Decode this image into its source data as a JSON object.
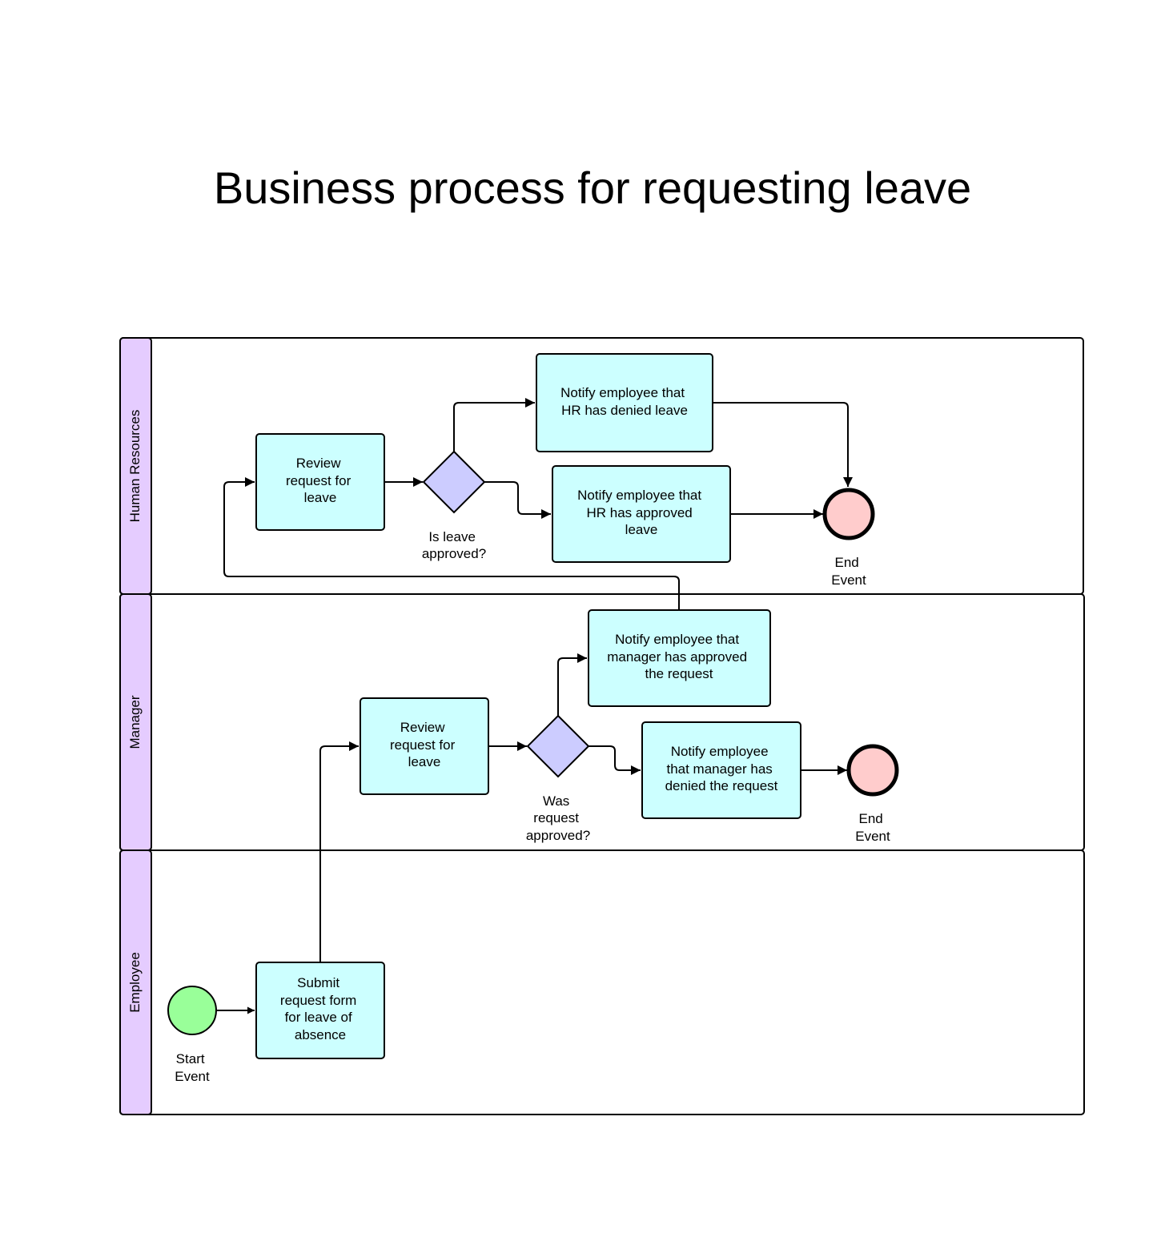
{
  "title": "Business process for requesting leave",
  "colors": {
    "lane_tab": "#e5ccff",
    "task": "#ccffff",
    "gateway": "#ccccff",
    "start_event": "#99ff99",
    "end_event": "#ffcccc"
  },
  "lanes": {
    "hr": "Human Resources",
    "manager": "Manager",
    "employee": "Employee"
  },
  "hr": {
    "review_task": [
      "Review",
      "request for",
      "leave"
    ],
    "gateway": [
      "Is leave",
      "approved?"
    ],
    "denied_task": [
      "Notify employee that",
      "HR has denied leave"
    ],
    "approved_task": [
      "Notify employee that",
      "HR has approved",
      "leave"
    ],
    "end_event": [
      "End",
      "Event"
    ]
  },
  "manager": {
    "approved_task": [
      "Notify employee that",
      "manager has approved",
      "the request"
    ],
    "review_task": [
      "Review",
      "request for",
      "leave"
    ],
    "gateway": [
      "Was",
      "request",
      "approved?"
    ],
    "denied_task": [
      "Notify employee",
      "that manager has",
      "denied the request"
    ],
    "end_event": [
      "End",
      "Event"
    ]
  },
  "employee": {
    "start_event": [
      "Start",
      "Event"
    ],
    "submit_task": [
      "Submit",
      "request form",
      "for leave of",
      "absence"
    ]
  }
}
